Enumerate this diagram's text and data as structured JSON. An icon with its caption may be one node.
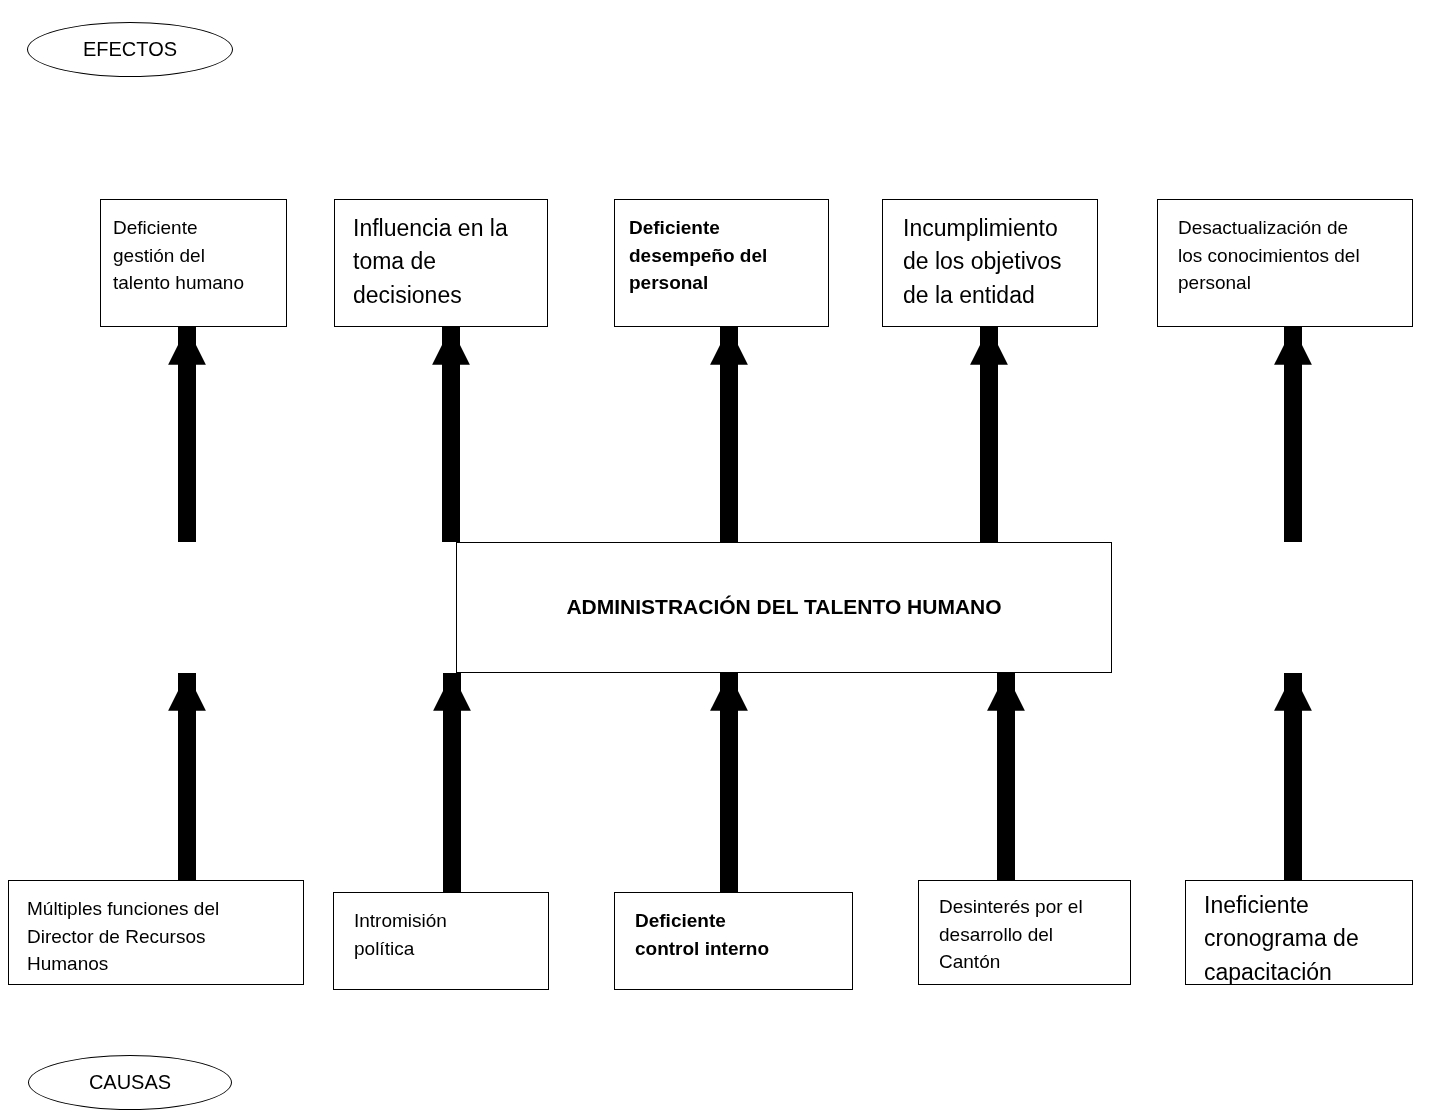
{
  "diagram": {
    "nodes": [
      {
        "text": [
          "EFECTOS"
        ]
      },
      {
        "text": [
          "Deficiente gestión del talento humano"
        ]
      },
      {
        "text": [
          "Influencia en la toma de decisiones"
        ]
      },
      {
        "text": [
          "Deficiente desempeño del personal"
        ]
      },
      {
        "text": [
          "Incumplimiento de los objetivos de la entidad"
        ]
      },
      {
        "text": [
          "Desactualización de los conocimientos del personal"
        ]
      },
      {
        "text": [
          "ADMINISTRACIÓN DEL TALENTO HUMANO"
        ]
      },
      {
        "text": [
          "Múltiples funciones del Director de Recursos Humanos"
        ]
      },
      {
        "text": [
          "Intromisión política"
        ]
      },
      {
        "text": [
          "Deficiente control interno"
        ]
      },
      {
        "text": [
          "Desinterés por el desarrollo del Cantón"
        ]
      },
      {
        "text": [
          "Ineficiente cronograma de capacitación"
        ]
      },
      {
        "text": [
          "CAUSAS"
        ]
      }
    ],
    "edges": [
      {
        "from": null,
        "to": 1,
        "arrow": "to"
      },
      {
        "from": 6,
        "to": 2,
        "arrow": "to"
      },
      {
        "from": 6,
        "to": 3,
        "arrow": "to"
      },
      {
        "from": 6,
        "to": 4,
        "arrow": "to"
      },
      {
        "from": null,
        "to": 5,
        "arrow": "to"
      },
      {
        "from": 7,
        "to": null,
        "arrow": "to"
      },
      {
        "from": 8,
        "to": 6,
        "arrow": "to"
      },
      {
        "from": 9,
        "to": 6,
        "arrow": "to"
      },
      {
        "from": 10,
        "to": 6,
        "arrow": "to"
      },
      {
        "from": 11,
        "to": null,
        "arrow": "to"
      }
    ]
  }
}
